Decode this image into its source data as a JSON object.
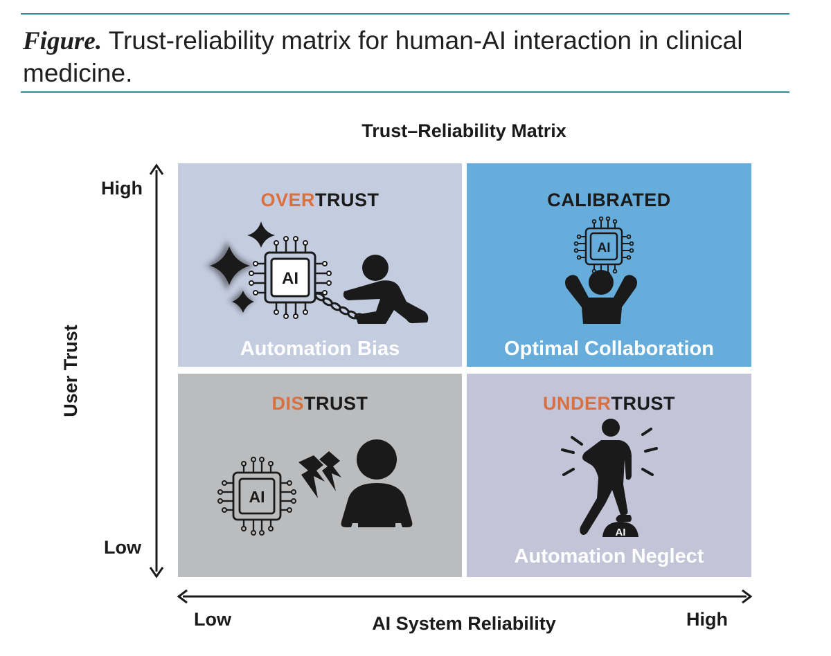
{
  "caption": {
    "lead": "Figure.",
    "text": "Trust-reliability matrix for human-AI interaction in clinical medicine."
  },
  "matrix": {
    "title": "Trust–Reliability Matrix",
    "y_axis": {
      "label": "User Trust",
      "high": "High",
      "low": "Low"
    },
    "x_axis": {
      "label": "AI System Reliability",
      "low": "Low",
      "high": "High"
    },
    "quadrants": {
      "overtrust": {
        "highlight": "OVER",
        "rest": "TRUST",
        "subtitle": "Automation Bias",
        "chip_label": "AI",
        "color": "#c4cce0"
      },
      "calibrated": {
        "title": "CALIBRATED",
        "subtitle": "Optimal Collaboration",
        "chip_label": "AI",
        "color": "#66addb"
      },
      "distrust": {
        "highlight": "DIS",
        "rest": "TRUST",
        "chip_label": "AI",
        "color": "#bbbcbe"
      },
      "undertrust": {
        "highlight": "UNDER",
        "rest": "TRUST",
        "subtitle": "Automation Neglect",
        "chip_label": "AI",
        "color": "#c3c4d7"
      }
    },
    "colors": {
      "accent": "#d9703f",
      "rule": "#2b8c9a",
      "icon": "#1a1a1a"
    },
    "icons": [
      "sparkle-icon",
      "ai-chip-icon",
      "chain-icon",
      "person-icon",
      "lightning-icon"
    ]
  }
}
